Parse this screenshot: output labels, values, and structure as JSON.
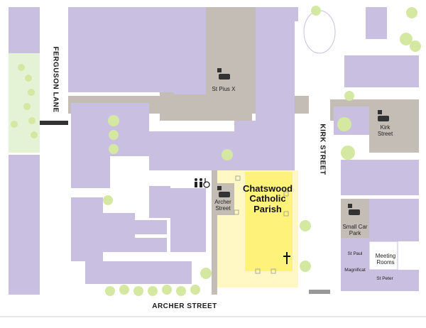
{
  "streets": {
    "ferguson": "FERGUSON LANE",
    "kirk": "KIRK STREET",
    "archer": "ARCHER STREET"
  },
  "places": {
    "church": "Chatswood Catholic Parish",
    "church_lines": [
      "Chatswood",
      "Catholic",
      "Parish"
    ],
    "st_pius": "St Pius X",
    "kirk_parking": [
      "Kirk",
      "Street"
    ],
    "archer_parking": [
      "Archer",
      "Street"
    ],
    "small_car_park": [
      "Small Car",
      "Park"
    ],
    "st_paul": "St Paul",
    "meeting_rooms": [
      "Meeting",
      "Rooms"
    ],
    "magnificat": "Magnificat",
    "st_peter": "St Peter"
  },
  "icons": {
    "parking": "parking-car-icon",
    "toilets": "toilets-icon",
    "accessible": "wheelchair-icon",
    "church": "cross-icon",
    "door": "door-marker-icon"
  },
  "colors": {
    "building": "#c9bfe0",
    "road": "#c4bdb6",
    "church": "#fff27a",
    "church_ground": "#fff8c4",
    "tree": "#d4e8a2",
    "park": "#e4f2d6"
  }
}
